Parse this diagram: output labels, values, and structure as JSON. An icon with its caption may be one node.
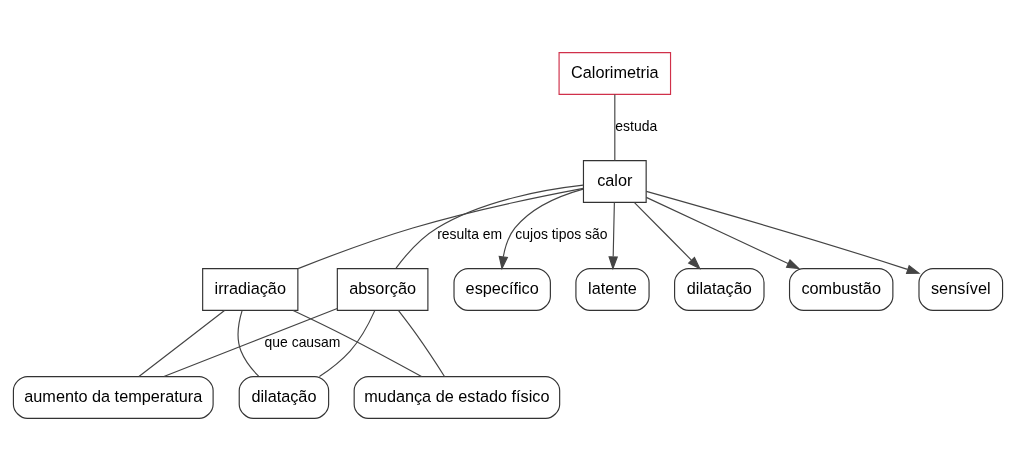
{
  "diagram": {
    "nodes": [
      {
        "text": [
          "Calorimetria"
        ]
      },
      {
        "text": [
          "calor"
        ]
      },
      {
        "text": [
          "absorção"
        ]
      },
      {
        "text": [
          "irradiação"
        ]
      },
      {
        "text": [
          "específico"
        ]
      },
      {
        "text": [
          "latente"
        ]
      },
      {
        "text": [
          "dilatação"
        ]
      },
      {
        "text": [
          "combustão"
        ]
      },
      {
        "text": [
          "sensível"
        ]
      },
      {
        "text": [
          "aumento da temperatura"
        ]
      },
      {
        "text": [
          "mudança de estado físico"
        ]
      },
      {
        "text": [
          "dilatação"
        ]
      }
    ],
    "edges": [
      {
        "from": 0,
        "to": 1,
        "arrow": "none",
        "label": "estuda"
      },
      {
        "from": 1,
        "to": 2,
        "arrow": "none",
        "label": "resulta em"
      },
      {
        "from": 1,
        "to": 3,
        "arrow": "none"
      },
      {
        "from": 1,
        "to": 4,
        "arrow": "to",
        "label": "cujos tipos são"
      },
      {
        "from": 1,
        "to": 5,
        "arrow": "to"
      },
      {
        "from": 1,
        "to": 6,
        "arrow": "to"
      },
      {
        "from": 1,
        "to": 7,
        "arrow": "to"
      },
      {
        "from": 1,
        "to": 8,
        "arrow": "to"
      },
      {
        "from": 2,
        "to": 9,
        "arrow": "none",
        "label": "que causam"
      },
      {
        "from": 2,
        "to": 10,
        "arrow": "none"
      },
      {
        "from": 2,
        "to": 11,
        "arrow": "none"
      },
      {
        "from": 3,
        "to": 9,
        "arrow": "none"
      },
      {
        "from": 3,
        "to": 10,
        "arrow": "none"
      },
      {
        "from": 3,
        "to": 11,
        "arrow": "none"
      }
    ]
  }
}
